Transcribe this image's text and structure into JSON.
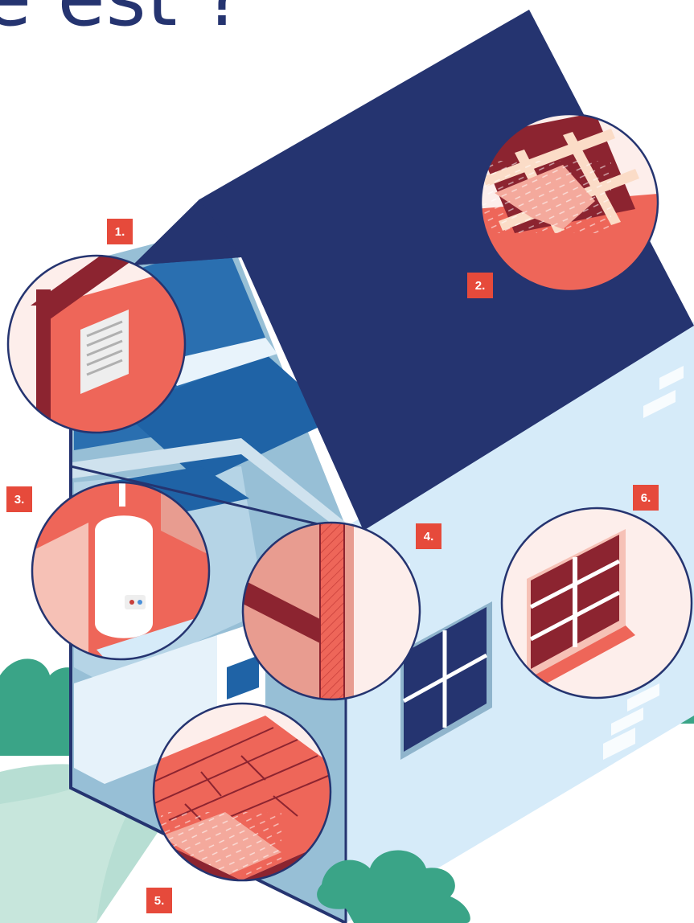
{
  "headline": {
    "text": "e est ?"
  },
  "markers": [
    {
      "id": "1",
      "label": "1."
    },
    {
      "id": "2",
      "label": "2."
    },
    {
      "id": "3",
      "label": "3."
    },
    {
      "id": "4",
      "label": "4."
    },
    {
      "id": "5",
      "label": "5."
    },
    {
      "id": "6",
      "label": "6."
    }
  ],
  "colors": {
    "roof": "#253470",
    "wall": "#d6ebf9",
    "interior": "#97bfd6",
    "accent": "#e64a3b",
    "insulation": "#ee6659",
    "beam": "#8c2430",
    "bush": "#3aa487"
  }
}
